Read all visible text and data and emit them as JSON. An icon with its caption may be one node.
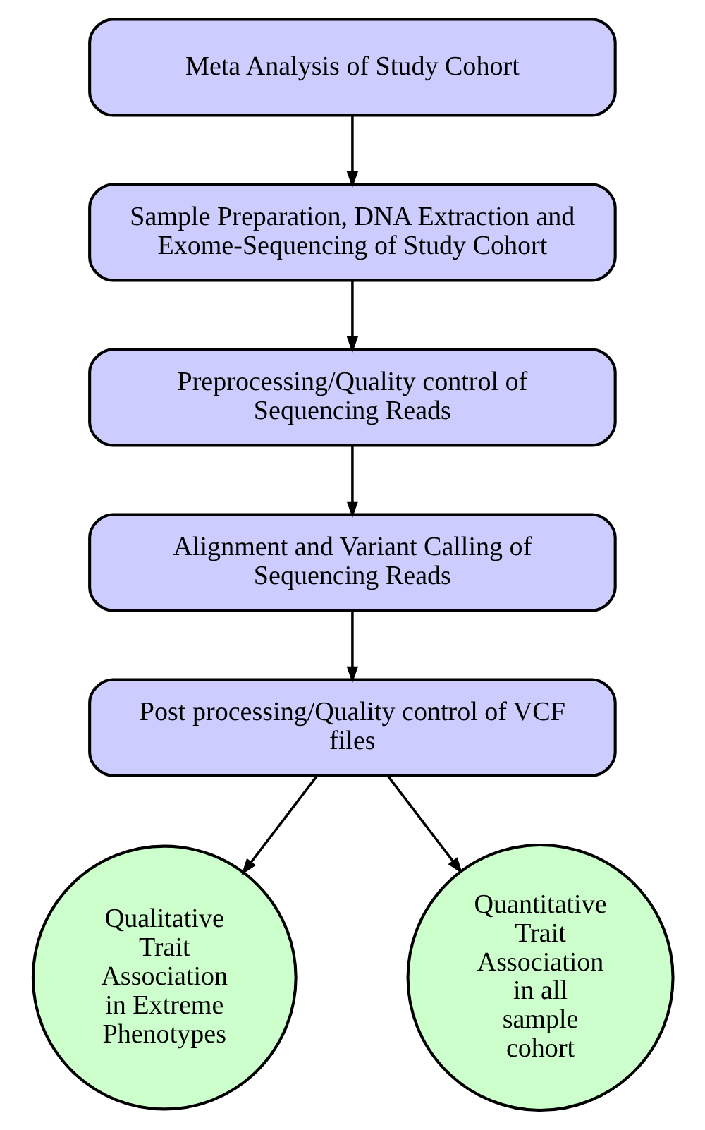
{
  "diagram": {
    "nodes": [
      {
        "text": [
          "Meta Analysis of Study Cohort"
        ]
      },
      {
        "text": [
          "Sample Preparation, DNA Extraction and Exome-Sequencing of Study Cohort"
        ]
      },
      {
        "text": [
          "Preprocessing/Quality control of Sequencing Reads"
        ]
      },
      {
        "text": [
          "Alignment and Variant Calling of Sequencing Reads"
        ]
      },
      {
        "text": [
          "Post processing/Quality control of VCF files"
        ]
      },
      {
        "text": [
          "Qualitative Trait Association in Extreme Phenotypes"
        ]
      },
      {
        "text": [
          "Quantitative Trait Association in all sample cohort"
        ]
      }
    ],
    "edges": [
      {
        "from": 0,
        "to": 1,
        "arrow": "to"
      },
      {
        "from": 1,
        "to": 2,
        "arrow": "to"
      },
      {
        "from": 2,
        "to": 3,
        "arrow": "to"
      },
      {
        "from": 3,
        "to": 4,
        "arrow": "to"
      },
      {
        "from": 4,
        "to": 5,
        "arrow": "to"
      },
      {
        "from": 4,
        "to": 6,
        "arrow": "to"
      }
    ]
  }
}
